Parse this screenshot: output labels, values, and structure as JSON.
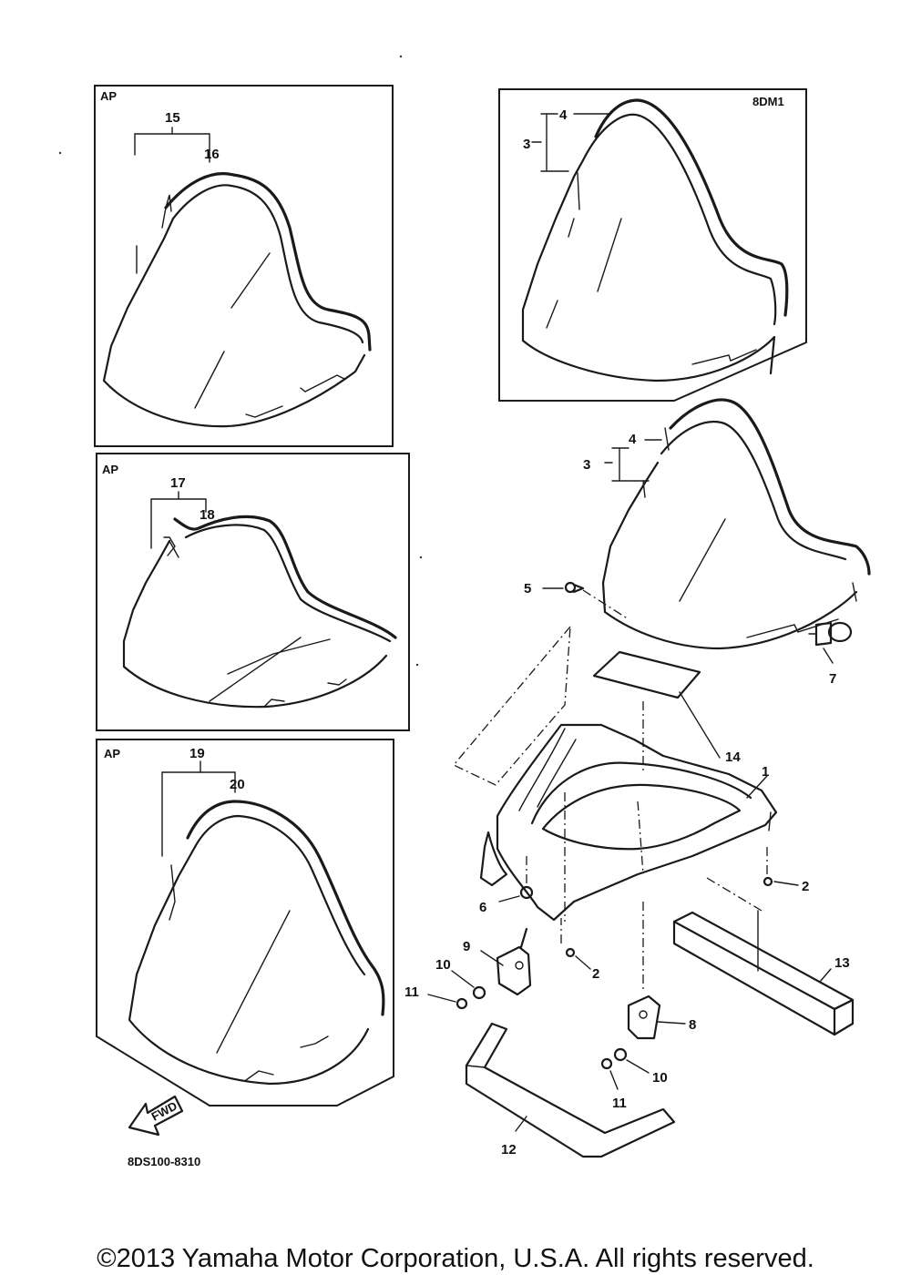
{
  "panels": {
    "ap_label": "AP",
    "model_label": "8DM1"
  },
  "callouts": [
    "1",
    "2",
    "3",
    "4",
    "5",
    "6",
    "7",
    "8",
    "9",
    "10",
    "11",
    "12",
    "13",
    "14",
    "15",
    "16",
    "17",
    "18",
    "19",
    "20"
  ],
  "diagram_code": "8DS100-8310",
  "fwd_label": "FWD",
  "copyright": "©2013 Yamaha Motor Corporation, U.S.A. All rights reserved."
}
